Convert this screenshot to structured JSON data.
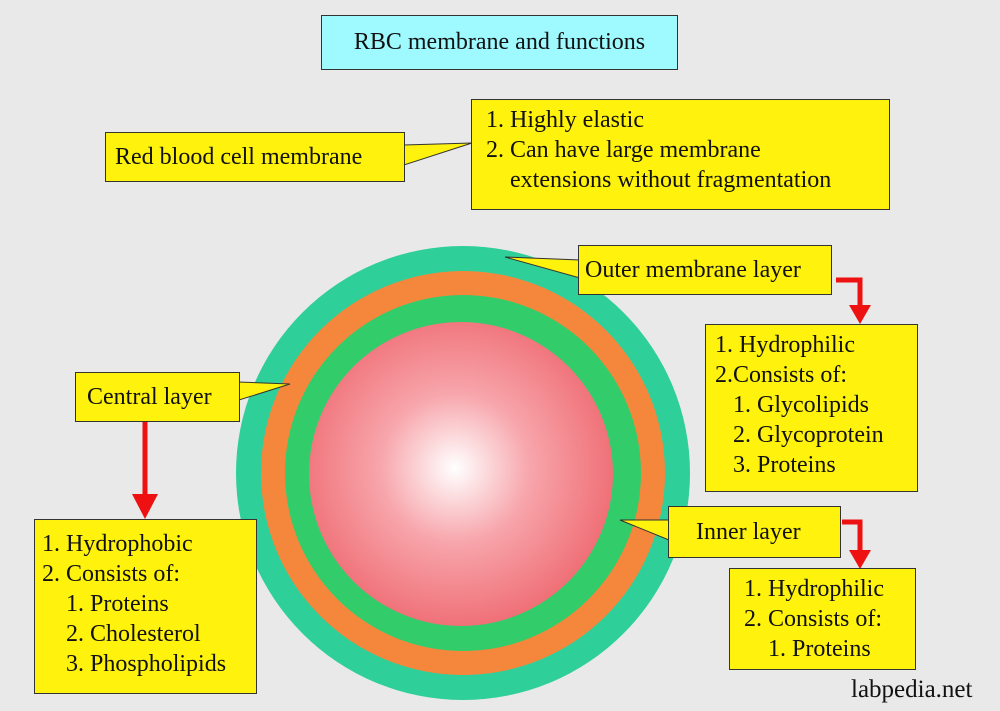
{
  "title": "RBC membrane and functions",
  "rbc_membrane_label": "Red blood cell membrane",
  "membrane_properties": [
    "1. Highly elastic",
    "2. Can have large membrane",
    "    extensions without fragmentation"
  ],
  "outer_layer": {
    "label": "Outer membrane layer",
    "details": [
      "1. Hydrophilic",
      "2.Consists of:",
      "   1. Glycolipids",
      "   2. Glycoprotein",
      "   3. Proteins"
    ]
  },
  "central_layer": {
    "label": "Central layer",
    "details": [
      "1. Hydrophobic",
      "2. Consists of:",
      "    1. Proteins",
      "    2. Cholesterol",
      "    3. Phospholipids"
    ]
  },
  "inner_layer": {
    "label": "Inner layer",
    "details": [
      "1. Hydrophilic",
      "2. Consists of:",
      "    1. Proteins"
    ]
  },
  "watermark": "labpedia.net",
  "colors": {
    "background": "#e9e9e9",
    "title_box": "#9ffaff",
    "callout_box": "#fff20c",
    "outer_ring": "#2fcf9a",
    "central_ring": "#f5873c",
    "inner_ring": "#32cc6a",
    "cytoplasm_center": "#ffffff",
    "cytoplasm_edge": "#ef6b72",
    "arrow": "#ee1111"
  }
}
